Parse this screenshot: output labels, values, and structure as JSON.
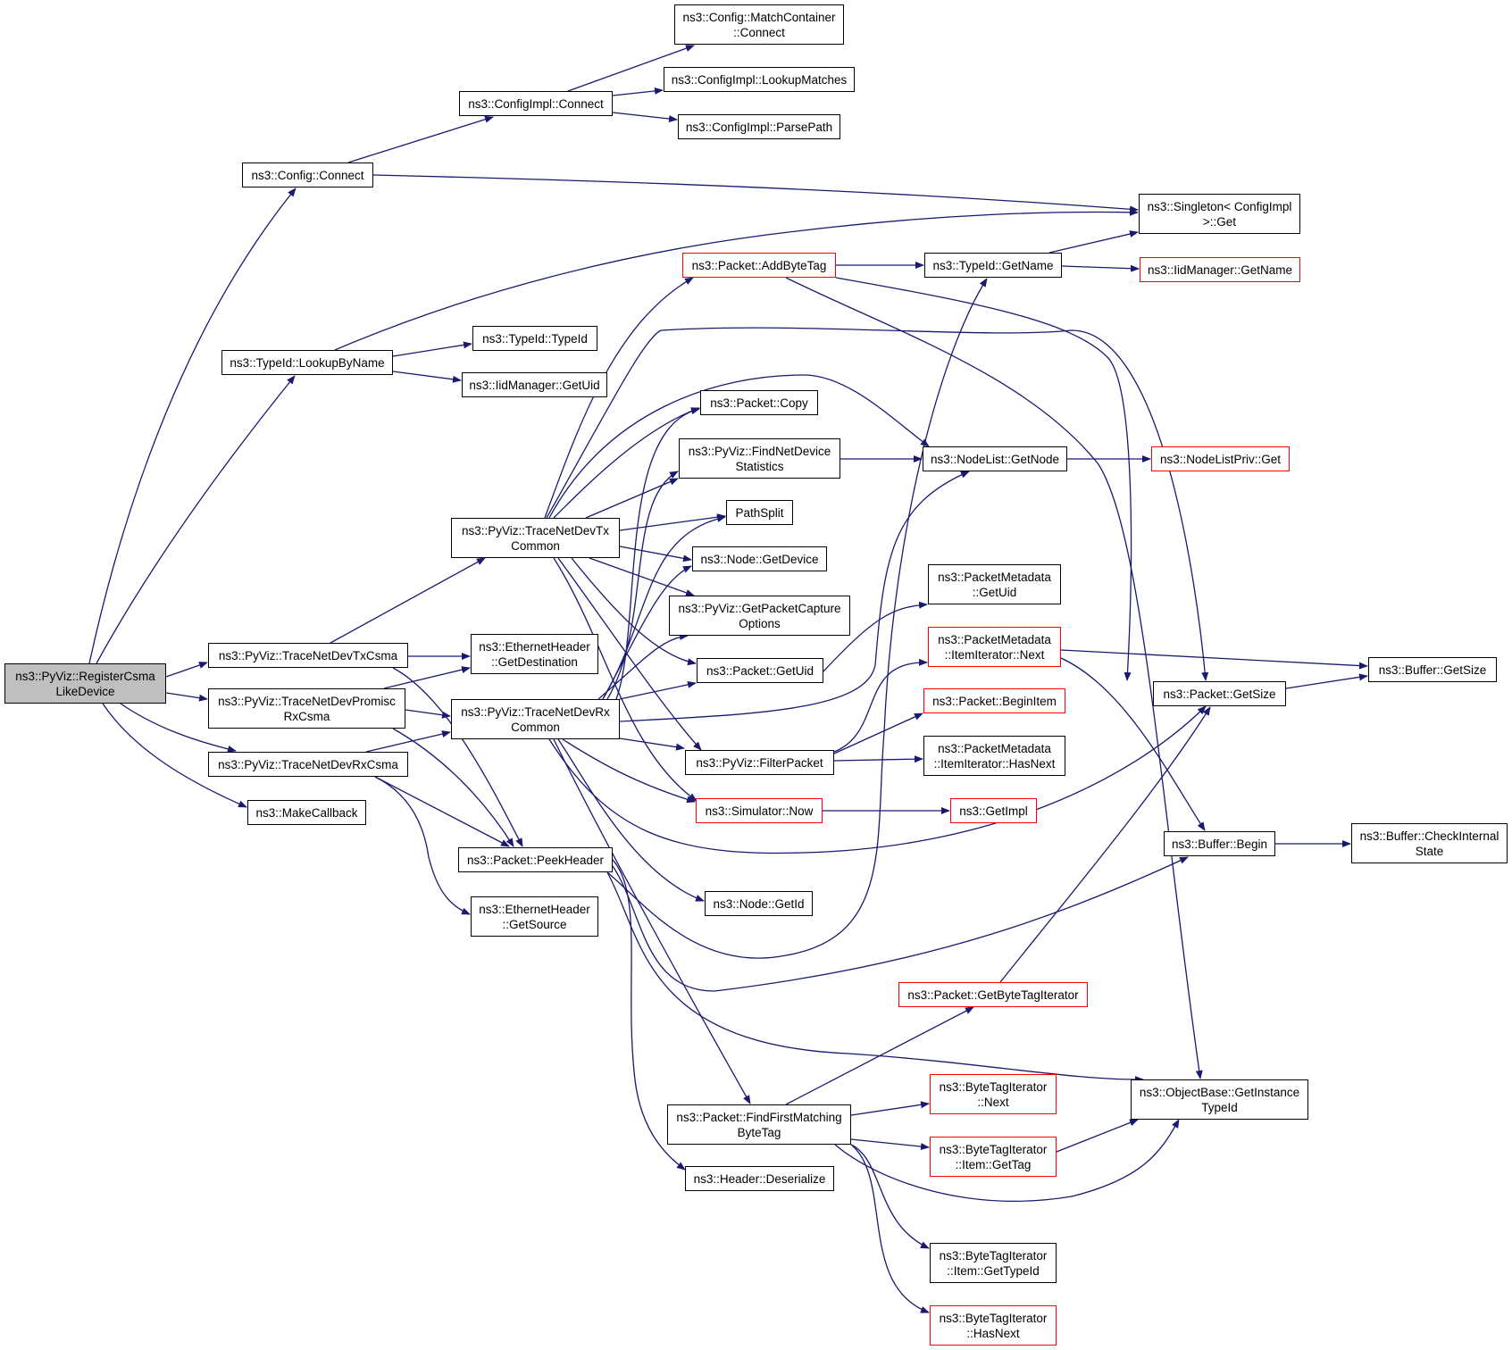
{
  "colors": {
    "edge": "#191970",
    "node_border": "#000000",
    "node_border_truncated": "#ff0000",
    "root_fill": "#bfbfbf",
    "background": "#ffffff"
  },
  "nodes": [
    {
      "id": "root",
      "label": "ns3::PyViz::RegisterCsma\nLikeDevice"
    },
    {
      "id": "cfgConnect",
      "label": "ns3::Config::Connect"
    },
    {
      "id": "lookupByName",
      "label": "ns3::TypeId::LookupByName"
    },
    {
      "id": "txCsma",
      "label": "ns3::PyViz::TraceNetDevTxCsma"
    },
    {
      "id": "promisc",
      "label": "ns3::PyViz::TraceNetDevPromisc\nRxCsma"
    },
    {
      "id": "rxCsma",
      "label": "ns3::PyViz::TraceNetDevRxCsma"
    },
    {
      "id": "makeCallback",
      "label": "ns3::MakeCallback"
    },
    {
      "id": "cfgImplConnect",
      "label": "ns3::ConfigImpl::Connect"
    },
    {
      "id": "typeIdTypeId",
      "label": "ns3::TypeId::TypeId"
    },
    {
      "id": "iidGetUid",
      "label": "ns3::IidManager::GetUid"
    },
    {
      "id": "txCommon",
      "label": "ns3::PyViz::TraceNetDevTx\nCommon"
    },
    {
      "id": "ethDest",
      "label": "ns3::EthernetHeader\n::GetDestination"
    },
    {
      "id": "rxCommon",
      "label": "ns3::PyViz::TraceNetDevRx\nCommon"
    },
    {
      "id": "peekHeader",
      "label": "ns3::Packet::PeekHeader"
    },
    {
      "id": "ethSrc",
      "label": "ns3::EthernetHeader\n::GetSource"
    },
    {
      "id": "matchContainer",
      "label": "ns3::Config::MatchContainer\n::Connect"
    },
    {
      "id": "lookupMatches",
      "label": "ns3::ConfigImpl::LookupMatches"
    },
    {
      "id": "parsePath",
      "label": "ns3::ConfigImpl::ParsePath"
    },
    {
      "id": "addByteTag",
      "label": "ns3::Packet::AddByteTag"
    },
    {
      "id": "pktCopy",
      "label": "ns3::Packet::Copy"
    },
    {
      "id": "findNetDev",
      "label": "ns3::PyViz::FindNetDevice\nStatistics"
    },
    {
      "id": "pathSplit",
      "label": "PathSplit"
    },
    {
      "id": "nodeGetDevice",
      "label": "ns3::Node::GetDevice"
    },
    {
      "id": "getPktCapture",
      "label": "ns3::PyViz::GetPacketCapture\nOptions"
    },
    {
      "id": "pktGetUid",
      "label": "ns3::Packet::GetUid"
    },
    {
      "id": "filterPacket",
      "label": "ns3::PyViz::FilterPacket"
    },
    {
      "id": "simNow",
      "label": "ns3::Simulator::Now"
    },
    {
      "id": "nodeGetId",
      "label": "ns3::Node::GetId"
    },
    {
      "id": "findFirst",
      "label": "ns3::Packet::FindFirstMatching\nByteTag"
    },
    {
      "id": "hdrDeserialize",
      "label": "ns3::Header::Deserialize"
    },
    {
      "id": "singletonGet",
      "label": "ns3::Singleton< ConfigImpl\n>::Get"
    },
    {
      "id": "typeIdGetName",
      "label": "ns3::TypeId::GetName"
    },
    {
      "id": "iidGetName",
      "label": "ns3::IidManager::GetName"
    },
    {
      "id": "nodeListGetNode",
      "label": "ns3::NodeList::GetNode"
    },
    {
      "id": "nodeListPrivGet",
      "label": "ns3::NodeListPriv::Get"
    },
    {
      "id": "pmGetUid",
      "label": "ns3::PacketMetadata\n::GetUid"
    },
    {
      "id": "pmIterNext",
      "label": "ns3::PacketMetadata\n::ItemIterator::Next"
    },
    {
      "id": "beginItem",
      "label": "ns3::Packet::BeginItem"
    },
    {
      "id": "pmHasNext",
      "label": "ns3::PacketMetadata\n::ItemIterator::HasNext"
    },
    {
      "id": "getImpl",
      "label": "ns3::GetImpl"
    },
    {
      "id": "pktGetSize",
      "label": "ns3::Packet::GetSize"
    },
    {
      "id": "bufGetSize",
      "label": "ns3::Buffer::GetSize"
    },
    {
      "id": "bufBegin",
      "label": "ns3::Buffer::Begin"
    },
    {
      "id": "bufCheck",
      "label": "ns3::Buffer::CheckInternal\nState"
    },
    {
      "id": "getByteTagIter",
      "label": "ns3::Packet::GetByteTagIterator"
    },
    {
      "id": "objGetInstance",
      "label": "ns3::ObjectBase::GetInstance\nTypeId"
    },
    {
      "id": "btiNext",
      "label": "ns3::ByteTagIterator\n::Next"
    },
    {
      "id": "btiGetTag",
      "label": "ns3::ByteTagIterator\n::Item::GetTag"
    },
    {
      "id": "btiGetTypeId",
      "label": "ns3::ByteTagIterator\n::Item::GetTypeId"
    },
    {
      "id": "btiHasNext",
      "label": "ns3::ByteTagIterator\n::HasNext"
    }
  ]
}
